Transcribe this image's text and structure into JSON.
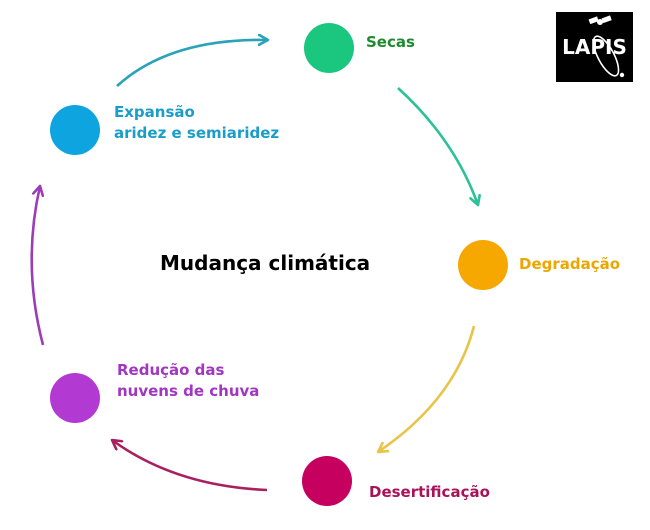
{
  "diagram": {
    "center_title": "Mudança climática",
    "nodes": [
      {
        "id": "secas",
        "lines": [
          "Secas"
        ],
        "color": "#1bc77f",
        "label_color": "#1e8a2e"
      },
      {
        "id": "degradacao",
        "lines": [
          "Degradação"
        ],
        "color": "#f7a800",
        "label_color": "#eba600"
      },
      {
        "id": "desertificacao",
        "lines": [
          "Desertificação"
        ],
        "color": "#c5005f",
        "label_color": "#a8125a"
      },
      {
        "id": "reducao",
        "lines": [
          "Redução das",
          "nuvens de chuva"
        ],
        "color": "#b23ad3",
        "label_color": "#a136c0"
      },
      {
        "id": "expansao",
        "lines": [
          "Expansão",
          "aridez e semiaridez"
        ],
        "color": "#0ea4e0",
        "label_color": "#1a9dc9"
      }
    ],
    "arrows": [
      {
        "from": "expansao",
        "to": "secas",
        "color": "#2aa3b9"
      },
      {
        "from": "secas",
        "to": "degradacao",
        "color": "#2cc196"
      },
      {
        "from": "degradacao",
        "to": "desertificacao",
        "color": "#e8c44a"
      },
      {
        "from": "desertificacao",
        "to": "reducao",
        "color": "#a8205e"
      },
      {
        "from": "reducao",
        "to": "expansao",
        "color": "#9c3cb6"
      }
    ]
  },
  "logo": {
    "text": "LAPIS",
    "background": "#000000",
    "foreground": "#ffffff"
  }
}
